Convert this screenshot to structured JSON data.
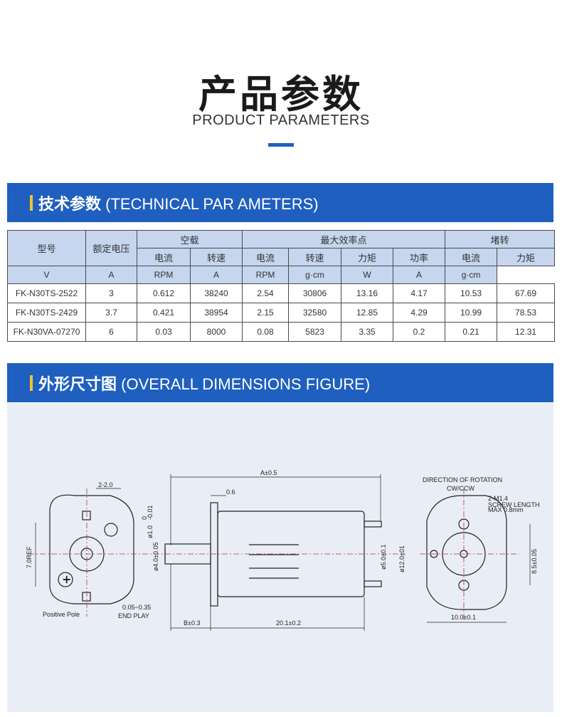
{
  "header": {
    "title_cn": "产品参数",
    "title_en": "PRODUCT PARAMETERS"
  },
  "section1": {
    "title_cn": "技术参数",
    "title_en": " (TECHNICAL PAR AMETERS)"
  },
  "section2": {
    "title_cn": "外形尺寸图",
    "title_en": " (OVERALL DIMENSIONS FIGURE)"
  },
  "table": {
    "model_label": "型号",
    "voltage_label": "额定电压",
    "groups": {
      "no_load": "空载",
      "max_eff": "最大效率点",
      "stall": "堵转"
    },
    "sub": {
      "current": "电流",
      "speed": "转速",
      "torque": "力矩",
      "power": "功率"
    },
    "units": {
      "v": "V",
      "a": "A",
      "rpm": "RPM",
      "gcm": "g·cm",
      "w": "W"
    },
    "rows": [
      {
        "model": "FK-N30TS-2522",
        "voltage": "3",
        "nl_current": "0.612",
        "nl_speed": "38240",
        "me_current": "2.54",
        "me_speed": "30806",
        "me_torque": "13.16",
        "me_power": "4.17",
        "st_current": "10.53",
        "st_torque": "67.69"
      },
      {
        "model": "FK-N30TS-2429",
        "voltage": "3.7",
        "nl_current": "0.421",
        "nl_speed": "38954",
        "me_current": "2.15",
        "me_speed": "32580",
        "me_torque": "12.85",
        "me_power": "4.29",
        "st_current": "10.99",
        "st_torque": "78.53"
      },
      {
        "model": "FK-N30VA-07270",
        "voltage": "6",
        "nl_current": "0.03",
        "nl_speed": "8000",
        "me_current": "0.08",
        "me_speed": "5823",
        "me_torque": "3.35",
        "me_power": "0.2",
        "st_current": "0.21",
        "st_torque": "12.31"
      }
    ]
  },
  "drawing": {
    "dim_a": "A±0.5",
    "dim_2_2": "2-2.0",
    "dim_0_6": "0.6",
    "dim_7ref": "7.0REF",
    "dim_shaft": "ø1.0",
    "dim_shaft_tol": "0",
    "dim_shaft_tol2": "-0.01",
    "dim_4": "ø4.0±0.05",
    "dim_5": "ø5.0±0.1",
    "dim_12": "ø12.0±01",
    "dim_endplay1": "0.05~0.35",
    "dim_endplay2": "END PLAY",
    "dim_b": "B±0.3",
    "dim_20": "20.1±0.2",
    "positive_pole": "Positive Pole",
    "rotation1": "DIRECTION OF ROTATION",
    "rotation2": "CW/CCW",
    "screw1": "2-M1.4",
    "screw2": "SCREW LENGTH",
    "screw3": "MAX 0.8mm",
    "dim_8_5": "8.5±0.05",
    "dim_10": "10.0±0.1"
  }
}
